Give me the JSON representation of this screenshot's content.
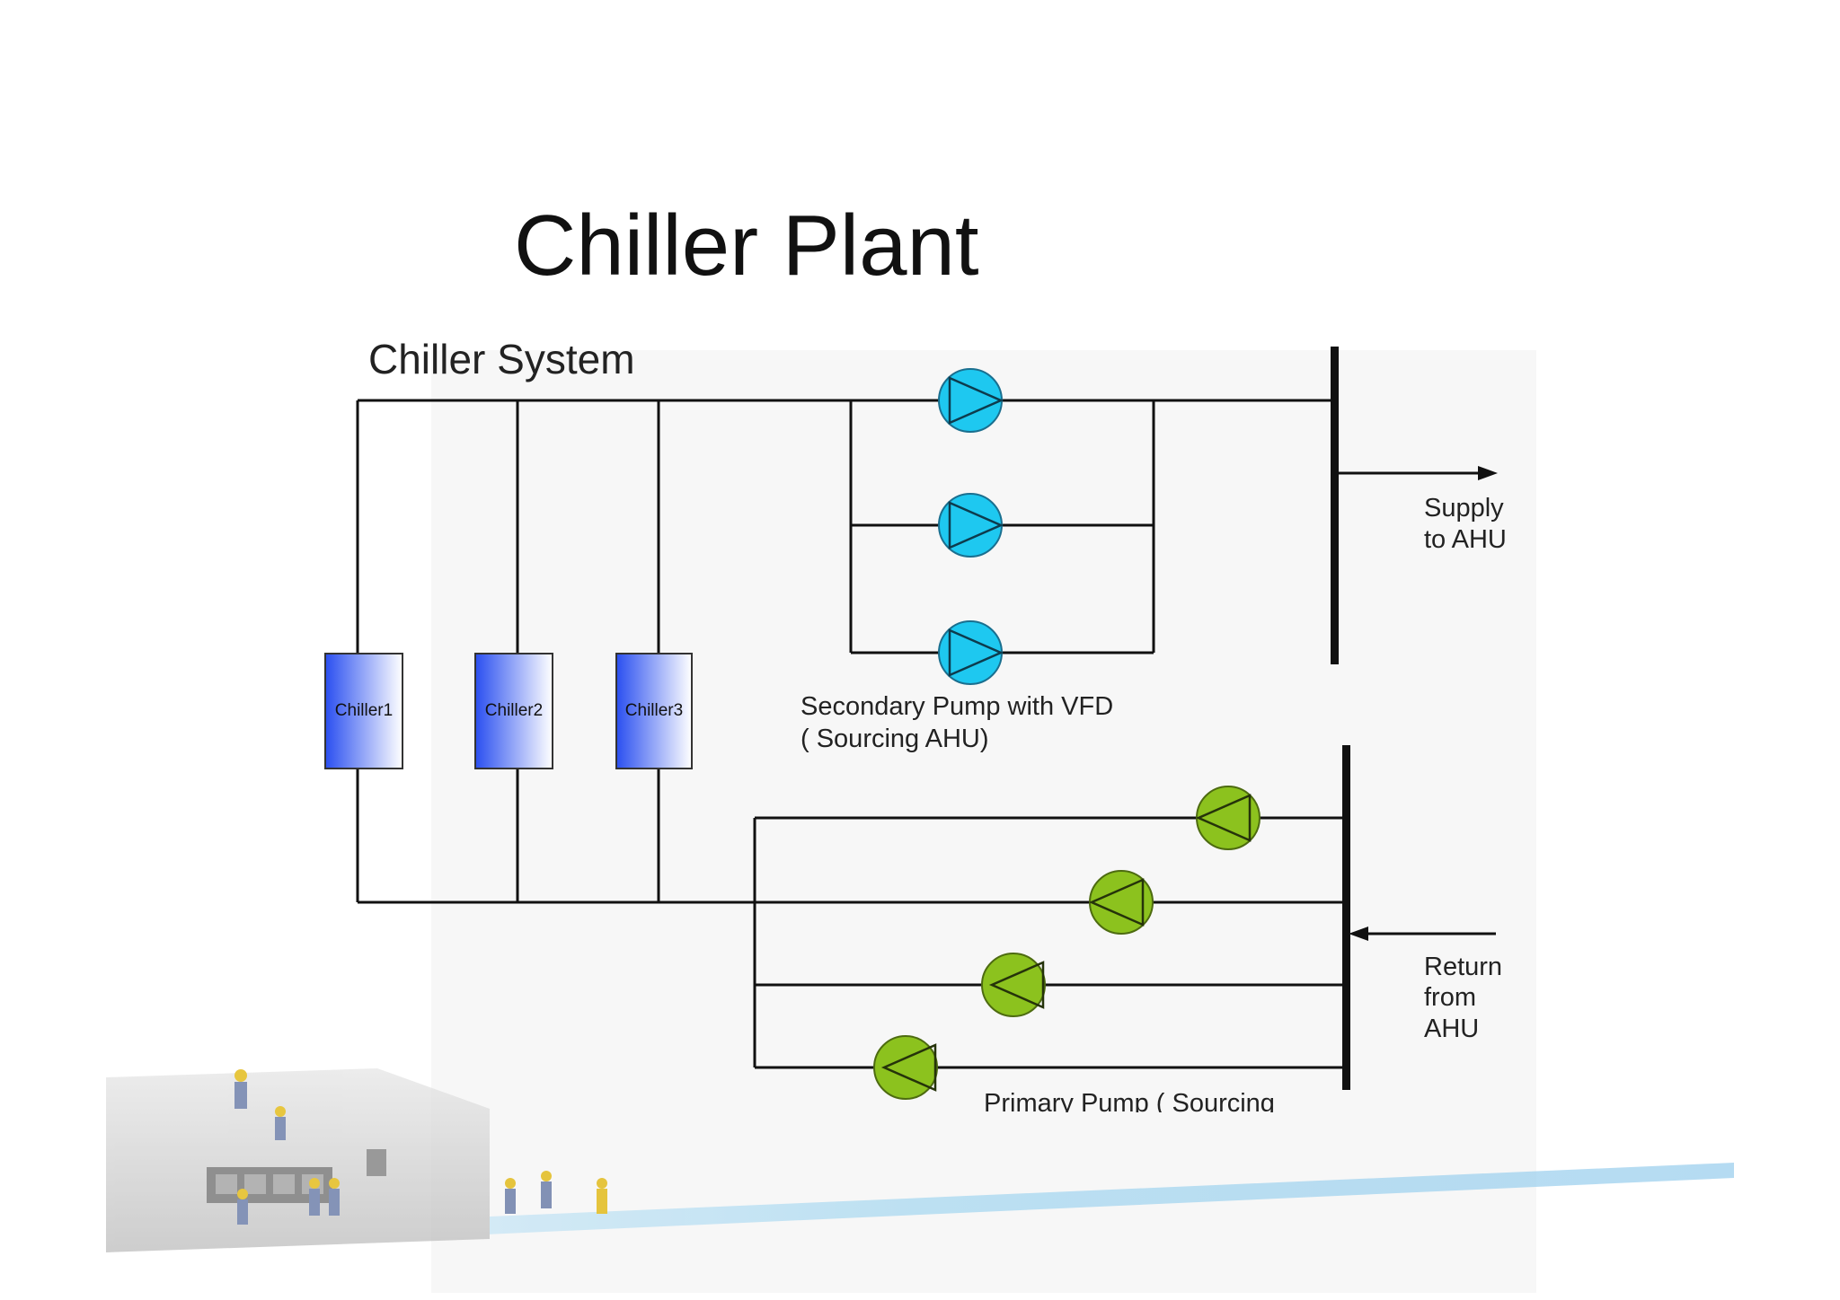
{
  "slide": {
    "title": "Chiller Plant"
  },
  "diagram": {
    "system_label": "Chiller System",
    "chillers": [
      "Chiller1",
      "Chiller2",
      "Chiller3"
    ],
    "secondary_pump_label_line1": "Secondary Pump with VFD",
    "secondary_pump_label_line2": "( Sourcing AHU)",
    "supply_label_line1": "Supply",
    "supply_label_line2": "to AHU",
    "return_label_line1": "Return",
    "return_label_line2": "from",
    "return_label_line3": "AHU",
    "primary_pump_label": "Primary Pump ( Sourcing",
    "colors": {
      "secondary_pump": "#1ec8f0",
      "primary_pump": "#8cc21e",
      "chiller_gradient_start": "#2a4ff0",
      "line": "#111111",
      "footer_stripe": "#9fd4ee"
    }
  }
}
